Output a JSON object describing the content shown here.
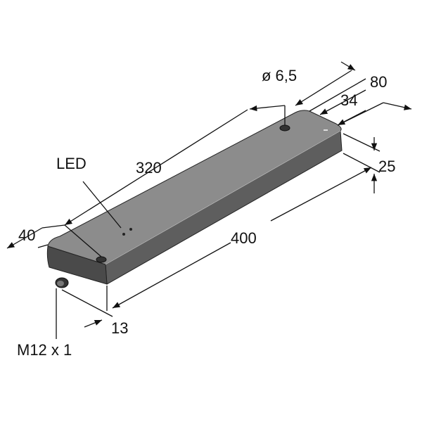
{
  "labels": {
    "hole_diameter": "ø 6,5",
    "width_80": "80",
    "hole_spacing_34": "34",
    "height_25": "25",
    "hole_distance_320": "320",
    "led": "LED",
    "end_40": "40",
    "length_400": "400",
    "connector_offset_13": "13",
    "connector": "M12 x 1"
  },
  "colors": {
    "body_top": "#8c8c8c",
    "body_front": "#5e5e5e",
    "body_end": "#4a4a4a",
    "line": "#111111"
  }
}
